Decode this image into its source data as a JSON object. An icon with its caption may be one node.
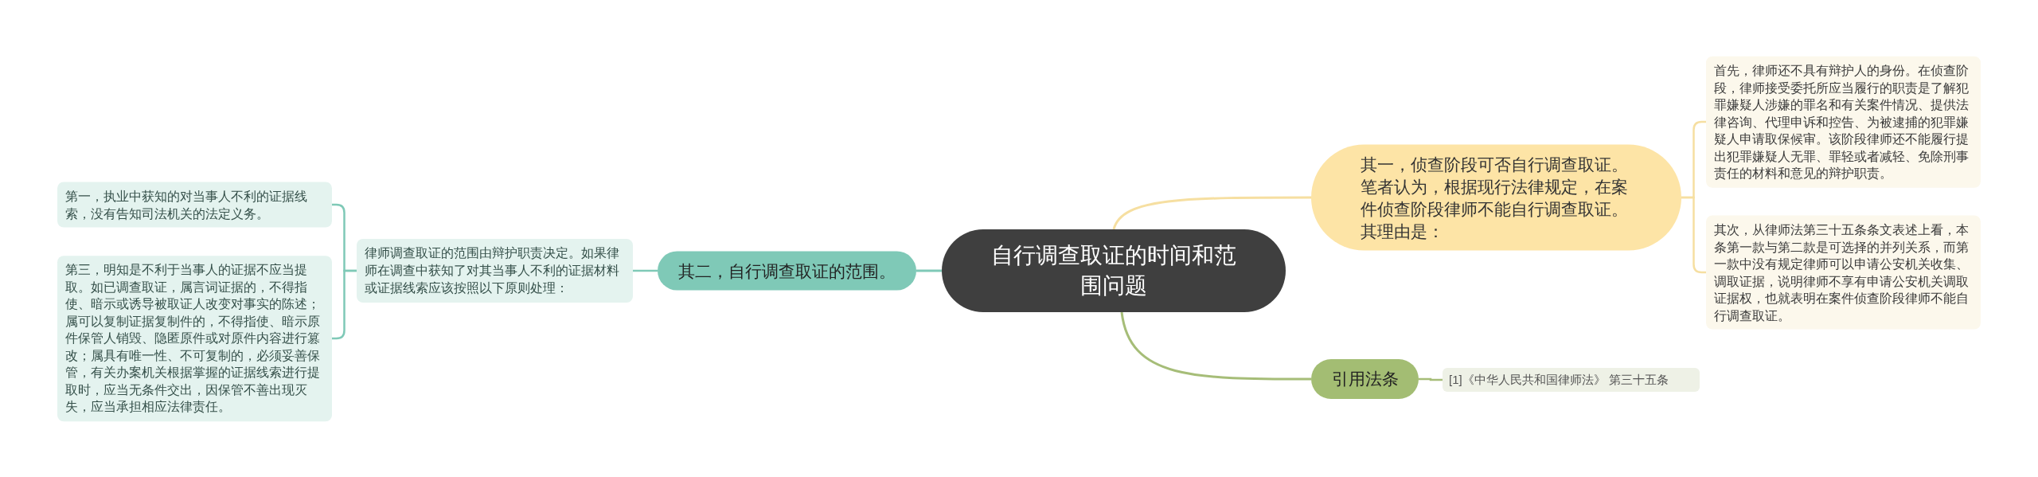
{
  "diagram": {
    "nodes": [
      {
        "text": [
          "自行调查取证的时间和范围问题"
        ]
      },
      {
        "text": [
          "其一，侦查阶段可否自行调查取证。笔者认为，根据现行法律规定，在案件侦查阶段律师不能自行调查取证。其理由是："
        ]
      },
      {
        "text": [
          "首先，律师还不具有辩护人的身份。在侦查阶段，律师接受委托所应当履行的职责是了解犯罪嫌疑人涉嫌的罪名和有关案件情况、提供法律咨询、代理申诉和控告、为被逮捕的犯罪嫌疑人申请取保候审。该阶段律师还不能履行提出犯罪嫌疑人无罪、罪轻或者减轻、免除刑事责任的材料和意见的辩护职责。"
        ]
      },
      {
        "text": [
          "其次，从律师法第三十五条条文表述上看，本条第一款与第二款是可选择的并列关系，而第一款中没有规定律师可以申请公安机关收集、调取证据，说明律师不享有申请公安机关调取证据权，也就表明在案件侦查阶段律师不能自行调查取证。"
        ]
      },
      {
        "text": [
          "其二，自行调查取证的范围。"
        ]
      },
      {
        "text": [
          "律师调查取证的范围由辩护职责决定。如果律师在调查中获知了对其当事人不利的证据材料或证据线索应该按照以下原则处理："
        ]
      },
      {
        "text": [
          "第一，执业中获知的对当事人不利的证据线索，没有告知司法机关的法定义务。"
        ]
      },
      {
        "text": [
          "第三，明知是不利于当事人的证据不应当提取。如已调查取证，属言词证据的，不得指使、暗示或诱导被取证人改变对事实的陈述；属可以复制证据复制件的，不得指使、暗示原件保管人销毁、隐匿原件或对原件内容进行篡改；属具有唯一性、不可复制的，必须妥善保管，有关办案机关根据掌握的证据线索进行提取时，应当无条件交出，因保管不善出现灭失，应当承担相应法律责任。"
        ]
      },
      {
        "text": [
          "引用法条"
        ]
      },
      {
        "text": [
          "[1]《中华人民共和国律师法》 第三十五条"
        ]
      }
    ],
    "edges": [
      {
        "from": 0,
        "to": 1,
        "arrow": "none",
        "color": "#f6dfa1"
      },
      {
        "from": 1,
        "to": 2,
        "arrow": "none",
        "color": "#f6dfa1"
      },
      {
        "from": 1,
        "to": 3,
        "arrow": "none",
        "color": "#f6dfa1"
      },
      {
        "from": 0,
        "to": 4,
        "arrow": "none"
      },
      {
        "from": 4,
        "to": 5,
        "arrow": "none"
      },
      {
        "from": 5,
        "to": 6,
        "arrow": "none"
      },
      {
        "from": 5,
        "to": 7,
        "arrow": "none"
      },
      {
        "from": 0,
        "to": 8,
        "arrow": "none",
        "color": "#a6bd78"
      },
      {
        "from": 8,
        "to": 9,
        "arrow": "none",
        "color": "#a6bd78"
      }
    ]
  }
}
